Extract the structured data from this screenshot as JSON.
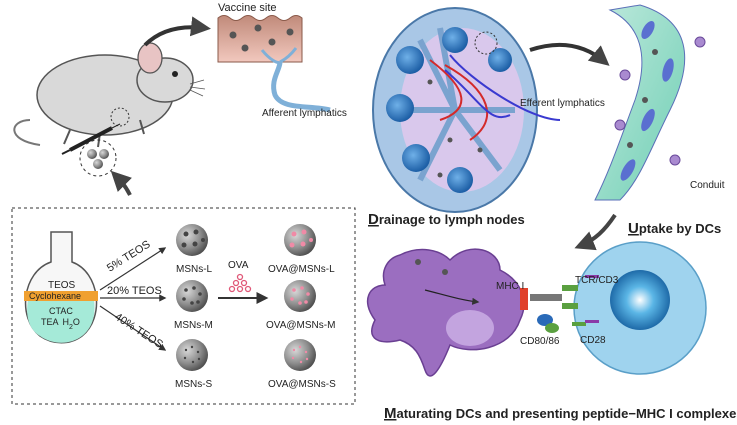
{
  "labels": {
    "vaccine_site": "Vaccine site",
    "afferent": "Afferent lymphatics",
    "efferent": "Efferent  lymphatics",
    "conduit": "Conduit",
    "drainage_first": "D",
    "drainage_rest": "rainage to lymph nodes",
    "uptake_first": "U",
    "uptake_rest": "ptake by DCs",
    "maturating_first": "M",
    "maturating_rest": "aturating DCs and presenting peptide−MHC I complexes",
    "mhc": "MHC I",
    "tcr": "TCR/CD3",
    "cd80": "CD80/86",
    "cd28": "CD28"
  },
  "synthesis": {
    "flask_top": "TEOS",
    "flask_band": "Cyclohexane",
    "flask_ctac": "CTAC",
    "flask_tea": "TEA",
    "flask_h2o": "H",
    "flask_h2o_sub": "2",
    "flask_h2o_end": "O",
    "arrow_top": "5% TEOS",
    "arrow_mid": "20% TEOS",
    "arrow_bot": "40% TEOS",
    "msn_l": "MSNs-L",
    "msn_m": "MSNs-M",
    "msn_s": "MSNs-S",
    "ova": "OVA",
    "ova_l": "OVA@MSNs-L",
    "ova_m": "OVA@MSNs-M",
    "ova_s": "OVA@MSNs-S"
  },
  "colors": {
    "lymph_node": "#a9c7e6",
    "lymph_inner": "#c8b4df",
    "dc_purple": "#9b6ec0",
    "t_cell": "#9fd3ee",
    "band_orange": "#f0a030",
    "flask_liquid": "#a5ead8"
  }
}
